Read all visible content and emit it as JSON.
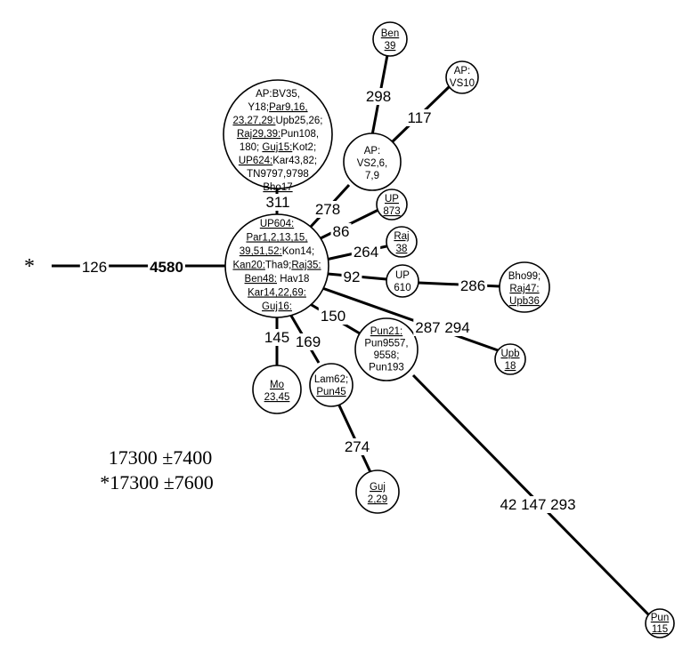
{
  "root_marker": "*",
  "root_edge_label": "126",
  "root_branch_label": "4580",
  "central_node_lines": [
    {
      "segments": [
        {
          "text": "UP604:",
          "u": true
        }
      ]
    },
    {
      "segments": [
        {
          "text": "Par1,2,13,15,",
          "u": true
        }
      ]
    },
    {
      "segments": [
        {
          "text": "39,51,52:",
          "u": true
        },
        {
          "text": "Kon14;",
          "u": false
        }
      ]
    },
    {
      "segments": [
        {
          "text": "Kan20:",
          "u": true
        },
        {
          "text": "Tha9;",
          "u": false
        },
        {
          "text": "Raj35:",
          "u": true
        }
      ]
    },
    {
      "segments": [
        {
          "text": "Ben48:",
          "u": true
        },
        {
          "text": " Hav18",
          "u": false
        }
      ]
    },
    {
      "segments": [
        {
          "text": "Kar14,22,69:",
          "u": true
        }
      ]
    },
    {
      "segments": [
        {
          "text": "Guj16:",
          "u": true
        }
      ]
    }
  ],
  "upper_cluster_lines": [
    {
      "segments": [
        {
          "text": "AP:BV35,",
          "u": false
        }
      ]
    },
    {
      "segments": [
        {
          "text": "Y18;",
          "u": false
        },
        {
          "text": "Par9,16,",
          "u": true
        }
      ]
    },
    {
      "segments": [
        {
          "text": "23,27,29:",
          "u": true
        },
        {
          "text": "Upb25,26;",
          "u": false
        }
      ]
    },
    {
      "segments": [
        {
          "text": "Raj29,39:",
          "u": true
        },
        {
          "text": "Pun108,",
          "u": false
        }
      ]
    },
    {
      "segments": [
        {
          "text": "180; ",
          "u": false
        },
        {
          "text": "Guj15:",
          "u": true
        },
        {
          "text": "Kot2;",
          "u": false
        }
      ]
    },
    {
      "segments": [
        {
          "text": "UP624:",
          "u": true
        },
        {
          "text": "Kar43,82;",
          "u": false
        }
      ]
    },
    {
      "segments": [
        {
          "text": "TN9797,9798",
          "u": false
        }
      ]
    },
    {
      "segments": [
        {
          "text": "Bho17",
          "u": true
        }
      ]
    }
  ],
  "ap_vs_node_lines": [
    "AP:",
    "VS2,6,",
    "7,9"
  ],
  "ben39_node_lines": [
    "Ben",
    "39"
  ],
  "ap_vs10_node_lines": [
    "AP:",
    "VS10"
  ],
  "up873_node_lines": [
    "UP",
    "873"
  ],
  "raj38_node_lines": [
    "Raj",
    "38"
  ],
  "up610_node_lines": [
    "UP",
    "610"
  ],
  "bho99_node_lines": [
    {
      "segments": [
        {
          "text": "Bho99;",
          "u": false
        }
      ]
    },
    {
      "segments": [
        {
          "text": "Raj47:",
          "u": true
        }
      ]
    },
    {
      "segments": [
        {
          "text": "Upb36",
          "u": true
        }
      ]
    }
  ],
  "upb18_node_lines": [
    "Upb",
    "18"
  ],
  "pun21_node_lines": [
    {
      "segments": [
        {
          "text": "Pun21:",
          "u": true
        }
      ]
    },
    {
      "segments": [
        {
          "text": "Pun9557,",
          "u": false
        }
      ]
    },
    {
      "segments": [
        {
          "text": "9558;",
          "u": false
        }
      ]
    },
    {
      "segments": [
        {
          "text": "Pun193",
          "u": false
        }
      ]
    }
  ],
  "lam62_node_lines": [
    {
      "segments": [
        {
          "text": "Lam62;",
          "u": false
        }
      ]
    },
    {
      "segments": [
        {
          "text": "Pun45",
          "u": true
        }
      ]
    }
  ],
  "mo_node_lines": [
    "Mo",
    "23,45"
  ],
  "guj_node_lines": [
    "Guj",
    "2,29"
  ],
  "pun115_node_lines": [
    "Pun",
    "115"
  ],
  "edge_labels": {
    "upper_cluster": "311",
    "ap_vs": "278",
    "ben39": "298",
    "ap_vs10": "117",
    "up873": "86",
    "raj38": "264",
    "up610": "92",
    "bho99": "286",
    "upb18": "287 294",
    "pun21": "150",
    "lam62": "169",
    "mo": "145",
    "guj": "274",
    "pun115": "42 147 293"
  },
  "age_estimates": [
    "17300 ±7400",
    "*17300 ±7600"
  ]
}
